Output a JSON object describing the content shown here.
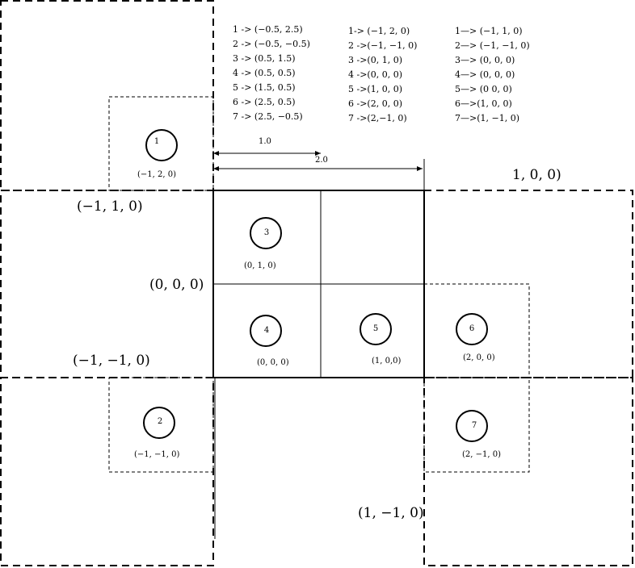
{
  "mappings": {
    "columns": [
      {
        "rows": [
          "1 -> (−0.5, 2.5)",
          "2 -> (−0.5, −0.5)",
          "3 -> (0.5, 1.5)",
          "4 -> (0.5, 0.5)",
          "5 -> (1.5, 0.5)",
          "6 -> (2.5, 0.5)",
          "7 -> (2.5, −0.5)"
        ]
      },
      {
        "rows": [
          "1-> (−1, 2, 0)",
          "2 ->(−1, −1, 0)",
          "3 ->(0, 1, 0)",
          "4 ->(0, 0, 0)",
          "5 ->(1, 0, 0)",
          "6 ->(2, 0, 0)",
          "7 ->(2,−1, 0)"
        ]
      },
      {
        "rows": [
          "1—> (−1, 1, 0)",
          "2—> (−1, −1, 0)",
          "3—> (0, 0, 0)",
          "4—> (0, 0, 0)",
          "5—> (0 0, 0)",
          "6—>(1, 0, 0)",
          "7—>(1, −1, 0)"
        ]
      }
    ]
  },
  "dimensions": {
    "short": "1.0",
    "long": "2.0"
  },
  "region_labels": {
    "upper_left": "(−1, 1, 0)",
    "upper_right": "1, 0, 0)",
    "origin": "(0, 0, 0)",
    "lower_left": "(−1, −1, 0)",
    "lower_right": "(1, −1, 0)"
  },
  "cells": [
    {
      "id": "1",
      "coord": "(−1, 2, 0)"
    },
    {
      "id": "2",
      "coord": "(−1, −1, 0)"
    },
    {
      "id": "3",
      "coord": "(0, 1, 0)"
    },
    {
      "id": "4",
      "coord": "(0, 0, 0)"
    },
    {
      "id": "5",
      "coord": "(1, 0,0)"
    },
    {
      "id": "6",
      "coord": "(2, 0, 0)"
    },
    {
      "id": "7",
      "coord": "(2, −1, 0)"
    }
  ]
}
